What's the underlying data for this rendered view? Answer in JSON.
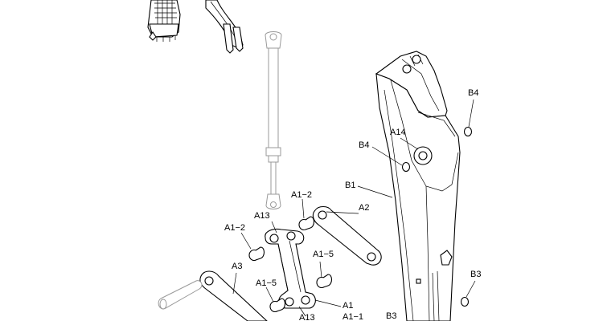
{
  "diagram": {
    "labels": {
      "A1": "A1",
      "A1_1": "A1−1",
      "A1_2a": "A1−2",
      "A1_2b": "A1−2",
      "A1_5a": "A1−5",
      "A1_5b": "A1−5",
      "A13a": "A13",
      "A13b": "A13",
      "A14": "A14",
      "A2": "A2",
      "A3": "A3",
      "B1": "B1",
      "B3a": "B3",
      "B3b": "B3",
      "B4a": "B4",
      "B4b": "B4"
    }
  }
}
